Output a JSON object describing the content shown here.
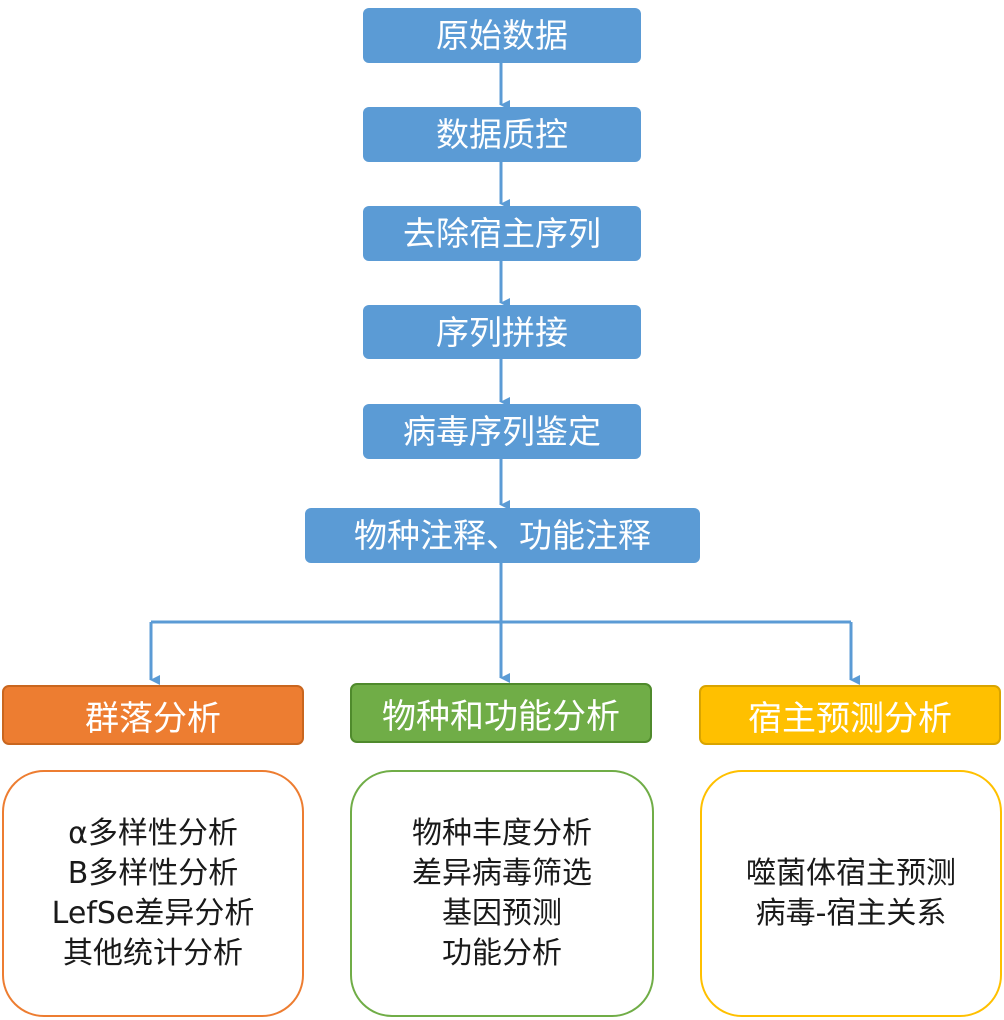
{
  "pipeline": {
    "steps": [
      {
        "label": "原始数据"
      },
      {
        "label": "数据质控"
      },
      {
        "label": "去除宿主序列"
      },
      {
        "label": "序列拼接"
      },
      {
        "label": "病毒序列鉴定"
      },
      {
        "label": "物种注释、功能注释"
      }
    ]
  },
  "branches": [
    {
      "title": "群落分析",
      "color": "#ed7d31",
      "items": [
        "α多样性分析",
        "Β多样性分析",
        "LefSe差异分析",
        "其他统计分析"
      ]
    },
    {
      "title": "物种和功能分析",
      "color": "#70ad47",
      "items": [
        "物种丰度分析",
        "差异病毒筛选",
        "基因预测",
        "功能分析"
      ]
    },
    {
      "title": "宿主预测分析",
      "color": "#ffc000",
      "items": [
        "噬菌体宿主预测",
        "病毒-宿主关系"
      ]
    }
  ],
  "colors": {
    "step_fill": "#5b9bd5",
    "arrow": "#5b9bd5"
  }
}
